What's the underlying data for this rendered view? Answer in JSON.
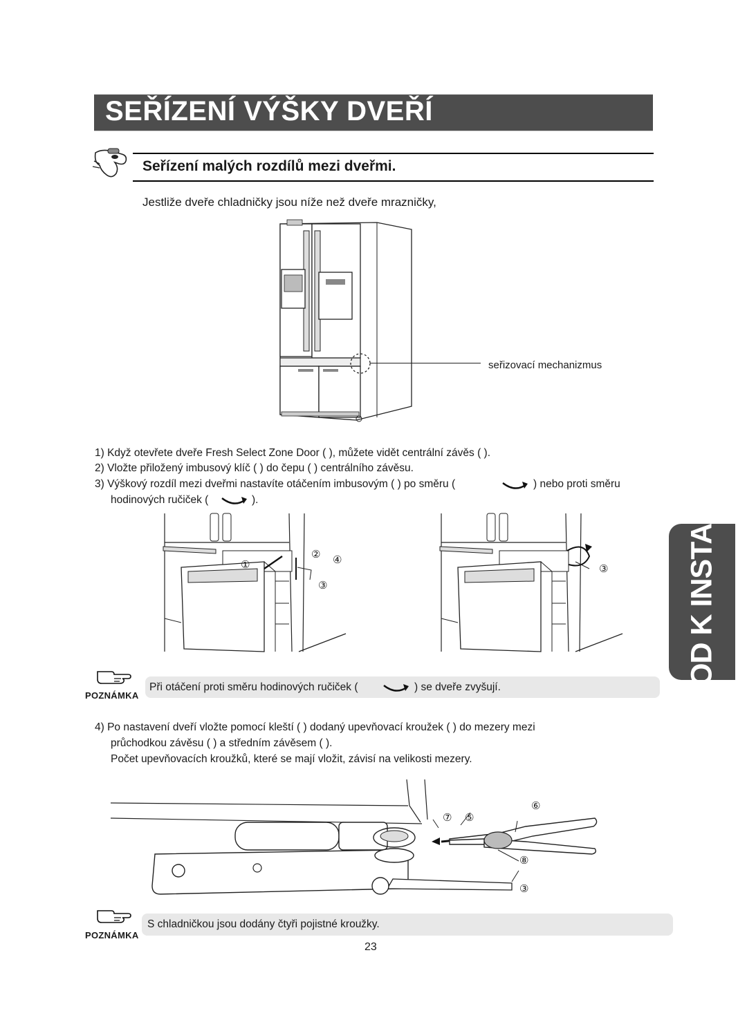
{
  "header": {
    "title": "SEŘÍZENÍ VÝŠKY DVEŘÍ"
  },
  "section": {
    "title": "Seřízení malých rozdílů mezi dveřmi.",
    "intro": "Jestliže dveře chladničky jsou níže než dveře mrazničky,"
  },
  "figure1": {
    "callout": "seřizovací mechanizmus"
  },
  "steps": {
    "step1": "1) Když otevřete dveře Fresh Select Zone Door (   ), můžete vidět centrální závěs (   ).",
    "step2": "2) Vložte přiložený imbusový klíč (   ) do čepu (   ) centrálního závěsu.",
    "step3_a": "3) Výškový rozdíl mezi dveřmi nastavíte otáčením imbusovým (   ) po směru (",
    "step3_b": ") nebo proti směru",
    "step3_c": "hodinových ručiček (",
    "step3_d": ").",
    "step4_a": "4) Po nastavení dveří vložte pomocí kleští (   ) dodaný upevňovací kroužek (   ) do mezery mezi",
    "step4_b": "průchodkou závěsu (   ) a středním závěsem (   ).",
    "step4_c": "Počet upevňovacích kroužků, které se mají vložit, závisí na velikosti mezery."
  },
  "figure2": {
    "markers_left": [
      "②",
      "④",
      "①",
      "③"
    ],
    "markers_right": [
      "③"
    ]
  },
  "figure3": {
    "markers": [
      "⑥",
      "⑦",
      "⑤",
      "⑧",
      "③"
    ]
  },
  "note1": {
    "label": "POZNÁMKA",
    "text_a": "Při otáčení proti směru hodinových ručiček (",
    "text_b": ") se dveře zvyšují."
  },
  "note2": {
    "label": "POZNÁMKA",
    "text": "S chladničkou jsou dodány čtyři pojistné kroužky."
  },
  "side_tab": {
    "label": "NÁVOD K INSTALACI"
  },
  "page": {
    "number": "23"
  }
}
